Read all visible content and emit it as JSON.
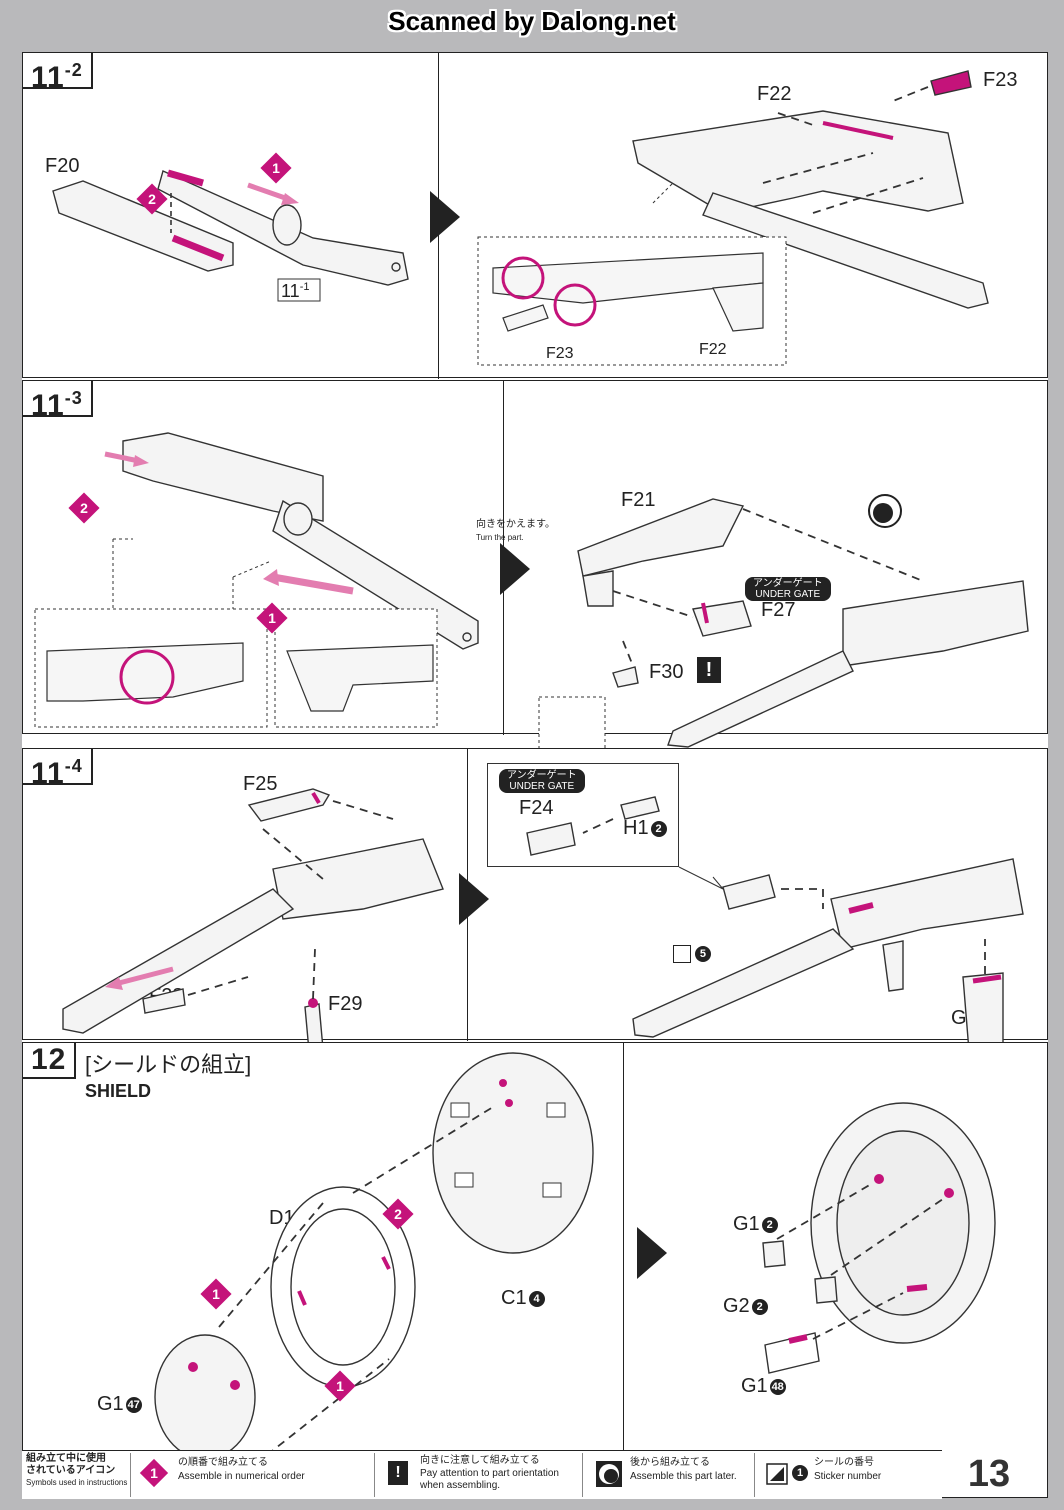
{
  "watermark": "Scanned by Dalong.net",
  "page_number": "13",
  "steps": {
    "s11_2": {
      "label": "11",
      "sub": "-2",
      "parts": {
        "f20": "F20",
        "f22a": "F22",
        "f23a": "F23",
        "f23b": "F23",
        "f22b": "F22",
        "ref": "11",
        "ref_sub": "-1"
      }
    },
    "s11_3": {
      "label": "11",
      "sub": "-3",
      "turn_jp": "向きをかえます。",
      "turn_en": "Turn the part.",
      "under_gate": "アンダーゲート\nUNDER GATE",
      "parts": {
        "f21": "F21",
        "f27": "F27",
        "f30": "F30"
      }
    },
    "s11_4": {
      "label": "11",
      "sub": "-4",
      "under_gate": "アンダーゲート\nUNDER GATE",
      "parts": {
        "f25": "F25",
        "f28": "F28",
        "f29": "F29",
        "f24": "F24",
        "h1": "H1",
        "g1": "G1"
      },
      "sticker": "5"
    },
    "s12": {
      "label": "12",
      "title_jp": "[シールドの組立]",
      "title_en": "SHIELD",
      "parts": {
        "d1": "D1",
        "c1": "C1",
        "g1a": "G1",
        "g1b": "G1",
        "g2": "G2",
        "g1c": "G1"
      }
    }
  },
  "markers": {
    "m1": "1",
    "m2": "2"
  },
  "footer": {
    "legend_title_jp": "組み立て中に使用\nされているアイコン",
    "legend_title_en": "Symbols used in instructions",
    "order_jp": "の順番で組み立てる",
    "order_en": "Assemble in numerical order",
    "orient_jp": "向きに注意して組み立てる",
    "orient_en": "Pay attention to part orientation\nwhen assembling.",
    "later_jp": "後から組み立てる",
    "later_en": "Assemble this part later.",
    "sticker_jp": "シールの番号",
    "sticker_en": "Sticker number"
  }
}
